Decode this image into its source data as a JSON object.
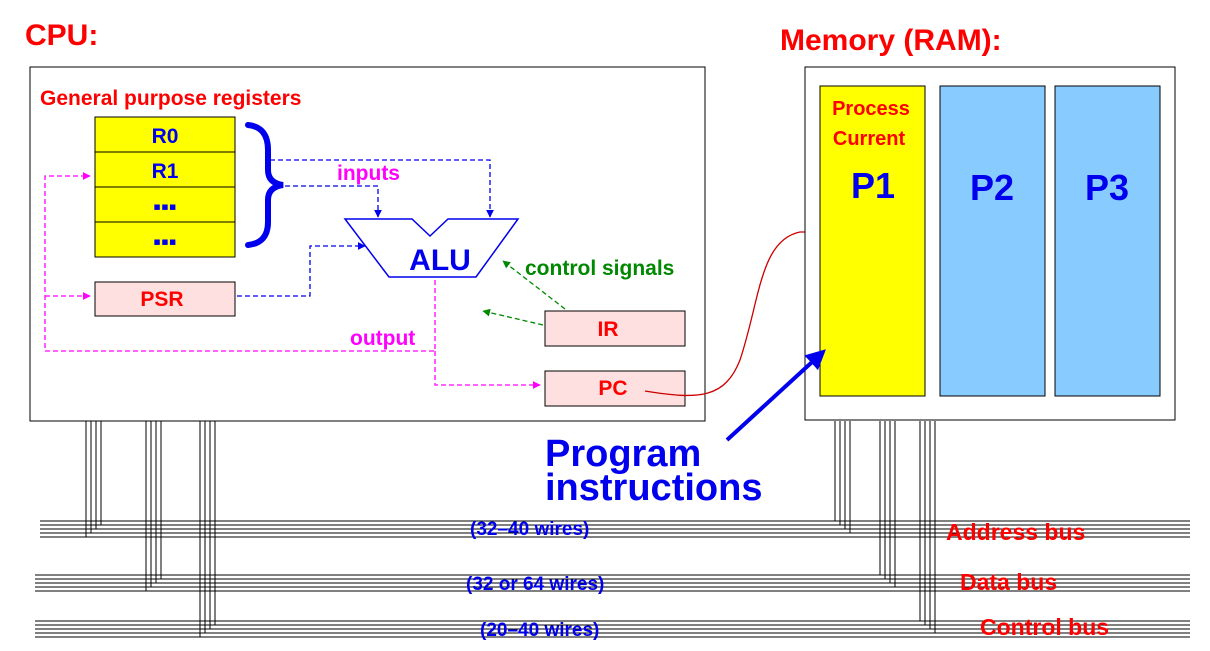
{
  "cpu": {
    "title": "CPU:",
    "registers_heading": "General purpose registers",
    "registers": [
      "R0",
      "R1",
      "▪▪▪",
      "▪▪▪"
    ],
    "psr": "PSR",
    "alu": "ALU",
    "ir": "IR",
    "pc": "PC",
    "inputs_label": "inputs",
    "output_label": "output",
    "control_signals_label": "control signals"
  },
  "memory": {
    "title": "Memory (RAM):",
    "process_current_line1": "Process",
    "process_current_line2": "Current",
    "processes": [
      "P1",
      "P2",
      "P3"
    ]
  },
  "program_instructions": {
    "line1": "Program",
    "line2": "instructions"
  },
  "buses": {
    "address": {
      "name": "Address bus",
      "wires": "(32–40 wires)"
    },
    "data": {
      "name": "Data bus",
      "wires": "(32 or 64 wires)"
    },
    "control": {
      "name": "Control bus",
      "wires": "(20–40 wires)"
    }
  },
  "colors": {
    "red": "#ff0000",
    "blue": "#0000ee",
    "magenta": "#ff00ff",
    "green": "#008800",
    "yellow": "#ffff00",
    "light_blue": "#88ccff",
    "pink": "#ffe0e0",
    "dark_red": "#cc0000"
  }
}
